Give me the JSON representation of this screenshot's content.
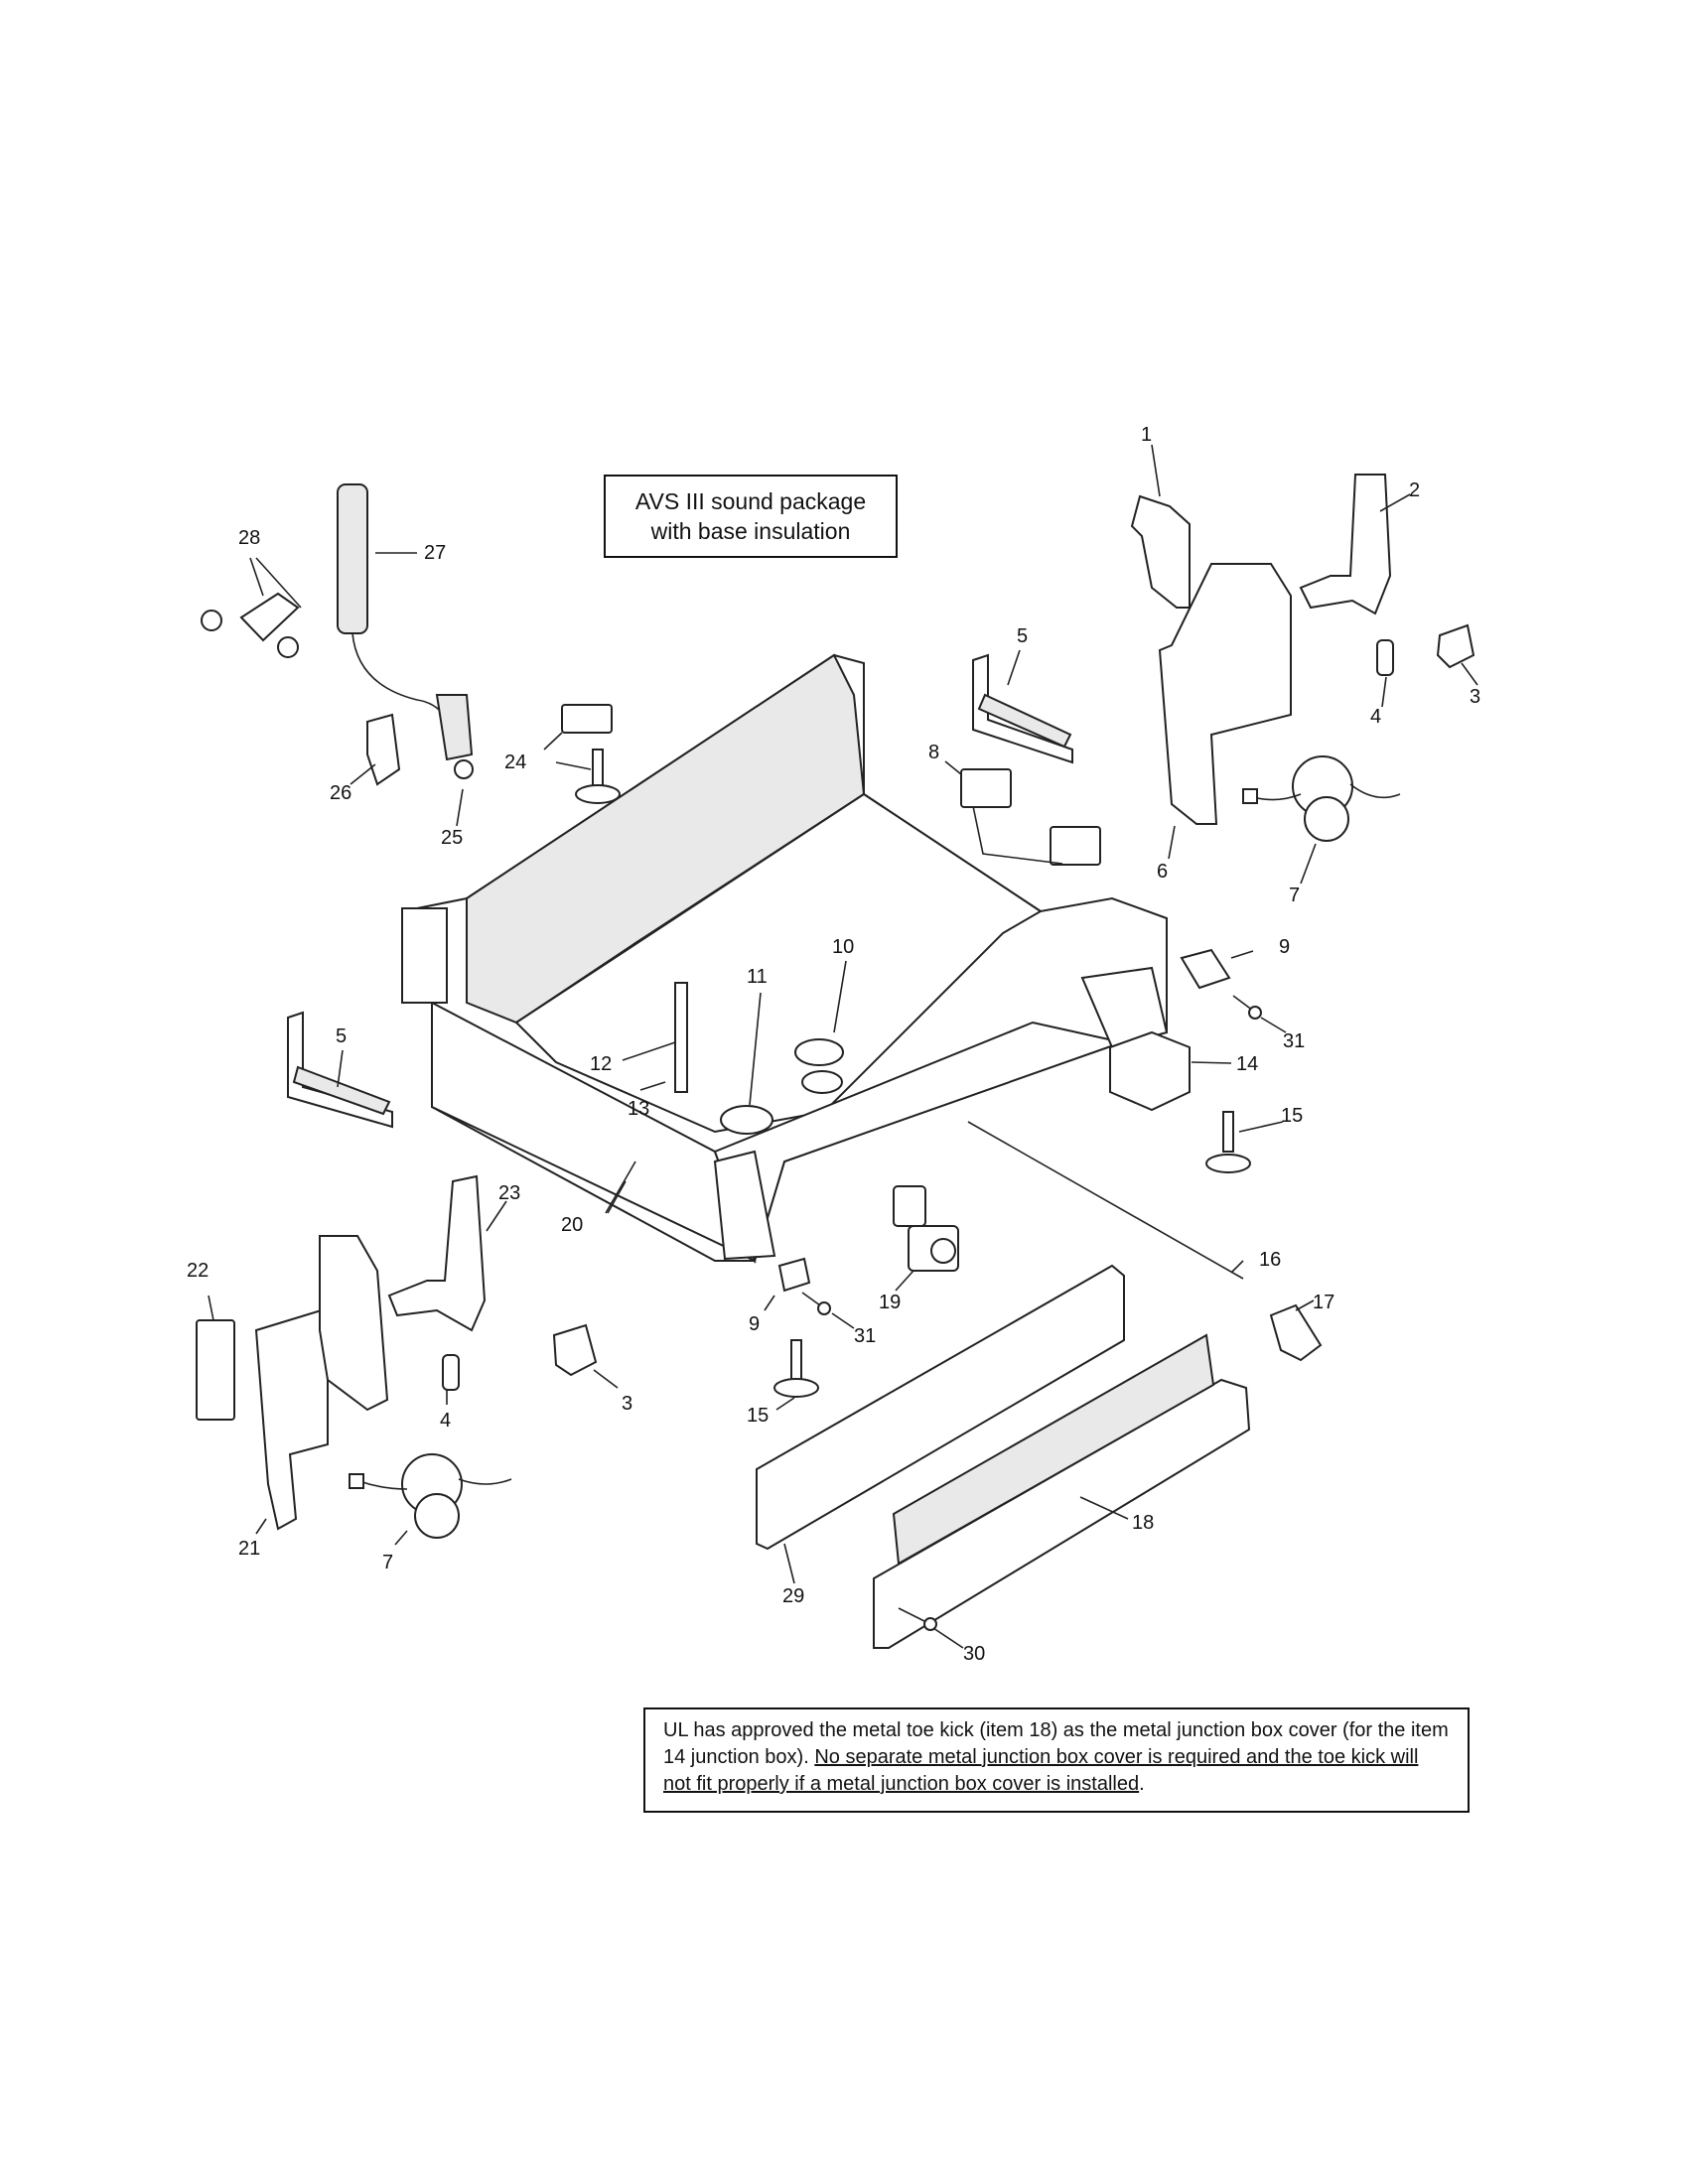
{
  "notes": {
    "avs_line1": "AVS III sound package",
    "avs_line2": "with base insulation",
    "ul_part1": "UL has approved the metal toe kick (item 18) as the metal junction box cover (for the item 14 junction box).",
    "ul_part2": "No separate metal junction box cover is required and the toe kick will not fit properly if a metal junction box cover is installed",
    "ul_end": "."
  },
  "callouts": {
    "c1": "1",
    "c2": "2",
    "c3a": "3",
    "c3b": "3",
    "c4a": "4",
    "c4b": "4",
    "c5a": "5",
    "c5b": "5",
    "c6": "6",
    "c7a": "7",
    "c7b": "7",
    "c8": "8",
    "c9a": "9",
    "c9b": "9",
    "c10": "10",
    "c11": "11",
    "c12": "12",
    "c13": "13",
    "c14": "14",
    "c15a": "15",
    "c15b": "15",
    "c16": "16",
    "c17": "17",
    "c18": "18",
    "c19": "19",
    "c20": "20",
    "c21": "21",
    "c22": "22",
    "c23": "23",
    "c24": "24",
    "c25": "25",
    "c26": "26",
    "c27": "27",
    "c28": "28",
    "c29": "29",
    "c30": "30",
    "c31a": "31",
    "c31b": "31"
  }
}
